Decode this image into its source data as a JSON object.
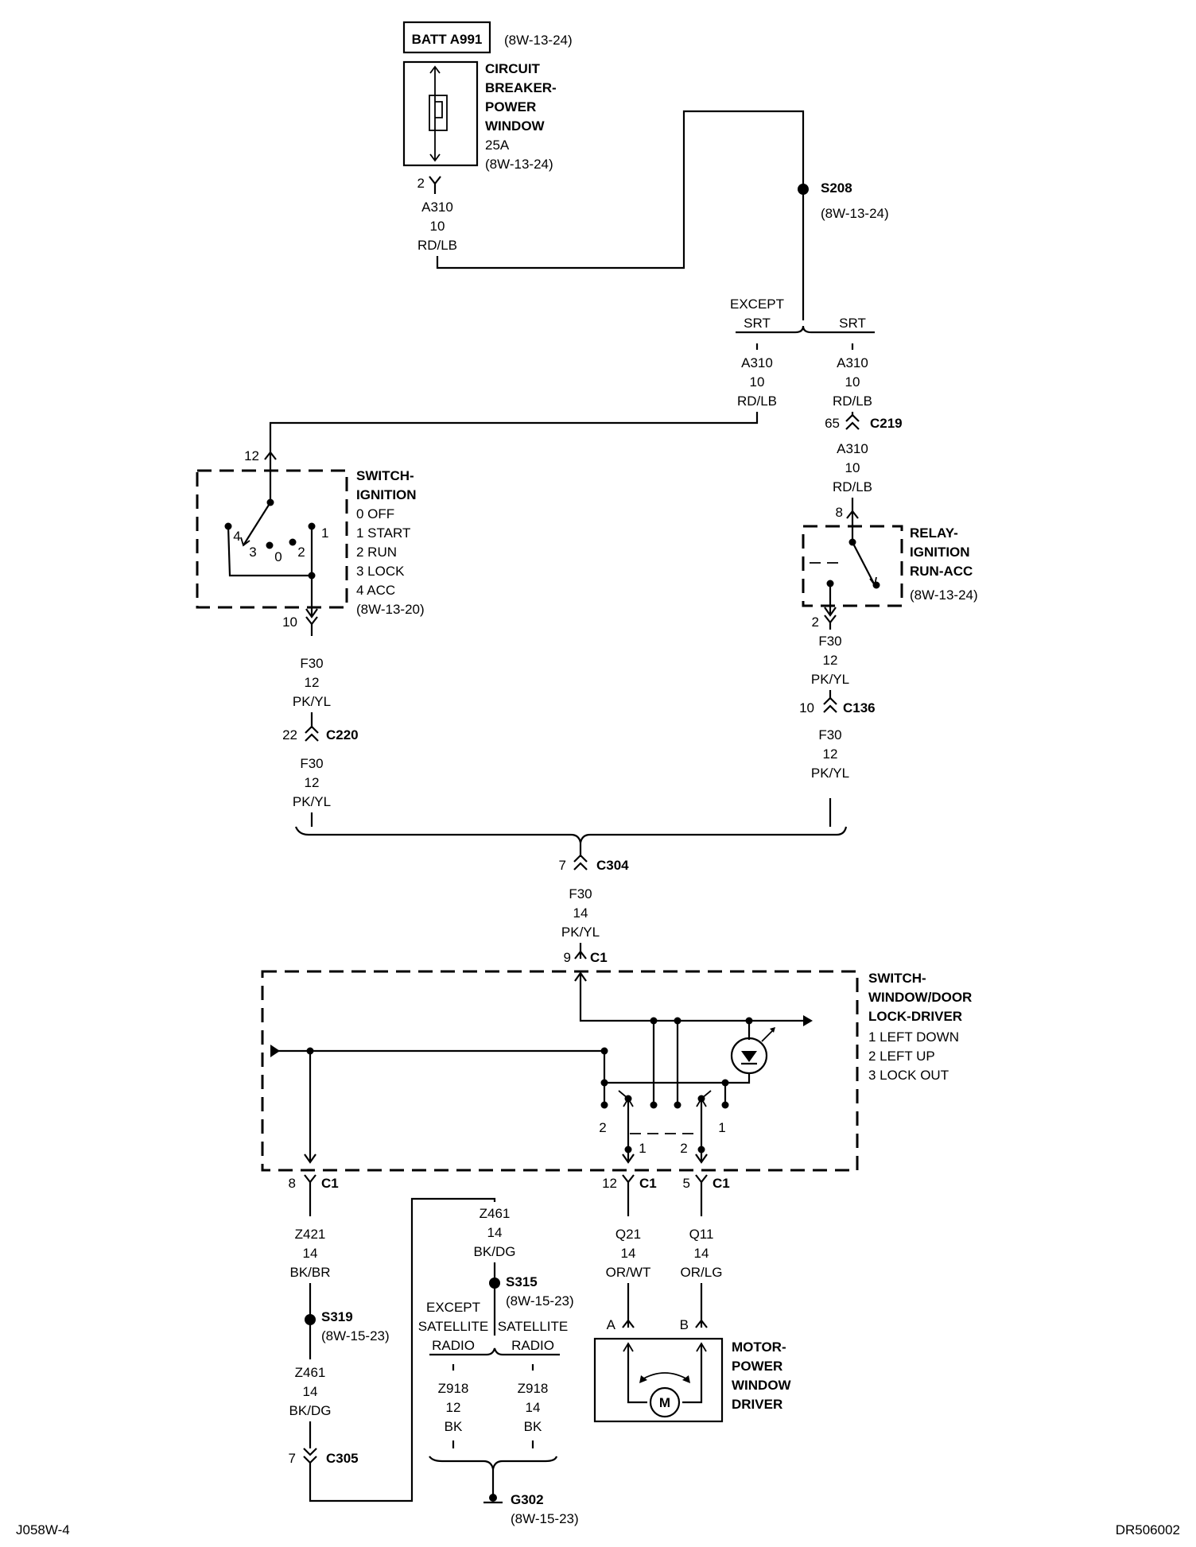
{
  "diagram": {
    "batt": "BATT A991",
    "batt_ref": "(8W-13-24)",
    "cb": {
      "l1": "CIRCUIT",
      "l2": "BREAKER-",
      "l3": "POWER",
      "l4": "WINDOW",
      "rating": "25A",
      "ref": "(8W-13-24)",
      "pin": "2"
    },
    "w1": {
      "circuit": "A310",
      "gauge": "10",
      "color": "RD/LB"
    },
    "s208": {
      "name": "S208",
      "ref": "(8W-13-24)"
    },
    "branch": {
      "except_l1": "EXCEPT",
      "except_l2": "SRT",
      "srt": "SRT"
    },
    "w2": {
      "circuit": "A310",
      "gauge": "10",
      "color": "RD/LB"
    },
    "w3": {
      "circuit": "A310",
      "gauge": "10",
      "color": "RD/LB"
    },
    "c219": {
      "pin": "65",
      "name": "C219"
    },
    "w4": {
      "circuit": "A310",
      "gauge": "10",
      "color": "RD/LB"
    },
    "ign": {
      "pin_in": "12",
      "pin_out": "10",
      "l1": "SWITCH-",
      "l2": "IGNITION",
      "p0": "0 OFF",
      "p1": "1 START",
      "p2": "2 RUN",
      "p3": "3 LOCK",
      "p4": "4 ACC",
      "ref": "(8W-13-20)",
      "c4": "4",
      "c3": "3",
      "c0": "0",
      "c2": "2",
      "c1": "1"
    },
    "relay": {
      "pin_in": "8",
      "pin_out": "2",
      "l1": "RELAY-",
      "l2": "IGNITION",
      "l3": "RUN-ACC",
      "ref": "(8W-13-24)"
    },
    "w5": {
      "circuit": "F30",
      "gauge": "12",
      "color": "PK/YL"
    },
    "c220": {
      "pin": "22",
      "name": "C220"
    },
    "w6": {
      "circuit": "F30",
      "gauge": "12",
      "color": "PK/YL"
    },
    "w7": {
      "circuit": "F30",
      "gauge": "12",
      "color": "PK/YL"
    },
    "c136": {
      "pin": "10",
      "name": "C136"
    },
    "w8": {
      "circuit": "F30",
      "gauge": "12",
      "color": "PK/YL"
    },
    "c304": {
      "pin": "7",
      "name": "C304"
    },
    "w9": {
      "circuit": "F30",
      "gauge": "14",
      "color": "PK/YL"
    },
    "c1top": {
      "pin": "9",
      "name": "C1"
    },
    "sw": {
      "l1": "SWITCH-",
      "l2": "WINDOW/DOOR",
      "l3": "LOCK-DRIVER",
      "p1": "1 LEFT DOWN",
      "p2": "2 LEFT UP",
      "p3": "3 LOCK OUT",
      "n2a": "2",
      "n1a": "1",
      "n1b": "1",
      "n2b": "2"
    },
    "c1_8": {
      "pin": "8",
      "name": "C1"
    },
    "c1_12": {
      "pin": "12",
      "name": "C1"
    },
    "c1_5": {
      "pin": "5",
      "name": "C1"
    },
    "z421": {
      "circuit": "Z421",
      "gauge": "14",
      "color": "BK/BR"
    },
    "s319": {
      "name": "S319",
      "ref": "(8W-15-23)"
    },
    "z461a": {
      "circuit": "Z461",
      "gauge": "14",
      "color": "BK/DG"
    },
    "c305": {
      "pin": "7",
      "name": "C305"
    },
    "z461b": {
      "circuit": "Z461",
      "gauge": "14",
      "color": "BK/DG"
    },
    "s315": {
      "name": "S315",
      "ref": "(8W-15-23)"
    },
    "sat": {
      "e1": "EXCEPT",
      "e2": "SATELLITE",
      "e3": "RADIO",
      "s1": "SATELLITE",
      "s2": "RADIO"
    },
    "z918a": {
      "circuit": "Z918",
      "gauge": "12",
      "color": "BK"
    },
    "z918b": {
      "circuit": "Z918",
      "gauge": "14",
      "color": "BK"
    },
    "g302": {
      "name": "G302",
      "ref": "(8W-15-23)"
    },
    "q21": {
      "circuit": "Q21",
      "gauge": "14",
      "color": "OR/WT"
    },
    "q11": {
      "circuit": "Q11",
      "gauge": "14",
      "color": "OR/LG"
    },
    "motor": {
      "pa": "A",
      "pb": "B",
      "l1": "MOTOR-",
      "l2": "POWER",
      "l3": "WINDOW",
      "l4": "DRIVER",
      "m": "M"
    },
    "footer_left": "J058W-4",
    "footer_right": "DR506002"
  }
}
